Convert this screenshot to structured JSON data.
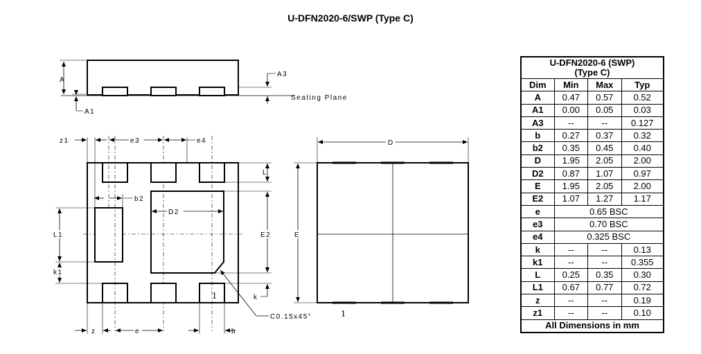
{
  "title": "U-DFN2020-6/SWP (Type C)",
  "labels": {
    "A": "A",
    "A1": "A1",
    "A3": "A3",
    "seating_plane": "Seating Plane",
    "z1": "z1",
    "e3": "e3",
    "e4": "e4",
    "b2": "b2",
    "D2": "D2",
    "L": "L",
    "L1": "L1",
    "E2": "E2",
    "k1": "k1",
    "k": "k",
    "z": "z",
    "e": "e",
    "b": "b",
    "chamfer": "C0.15x45°",
    "pin1_bottom": "1",
    "pin1_top": "1",
    "D": "D",
    "E": "E"
  },
  "table": {
    "title_line1": "U-DFN2020-6 (SWP)",
    "title_line2": "(Type C)",
    "headers": [
      "Dim",
      "Min",
      "Max",
      "Typ"
    ],
    "rows": [
      {
        "dim": "A",
        "min": "0.47",
        "max": "0.57",
        "typ": "0.52"
      },
      {
        "dim": "A1",
        "min": "0.00",
        "max": "0.05",
        "typ": "0.03"
      },
      {
        "dim": "A3",
        "min": "--",
        "max": "--",
        "typ": "0.127"
      },
      {
        "dim": "b",
        "min": "0.27",
        "max": "0.37",
        "typ": "0.32"
      },
      {
        "dim": "b2",
        "min": "0.35",
        "max": "0.45",
        "typ": "0.40"
      },
      {
        "dim": "D",
        "min": "1.95",
        "max": "2.05",
        "typ": "2.00"
      },
      {
        "dim": "D2",
        "min": "0.87",
        "max": "1.07",
        "typ": "0.97"
      },
      {
        "dim": "E",
        "min": "1.95",
        "max": "2.05",
        "typ": "2.00"
      },
      {
        "dim": "E2",
        "min": "1.07",
        "max": "1.27",
        "typ": "1.17"
      },
      {
        "dim": "e",
        "span": "0.65 BSC"
      },
      {
        "dim": "e3",
        "span": "0.70 BSC"
      },
      {
        "dim": "e4",
        "span": "0.325 BSC"
      },
      {
        "dim": "k",
        "min": "--",
        "max": "--",
        "typ": "0.13"
      },
      {
        "dim": "k1",
        "min": "--",
        "max": "--",
        "typ": "0.355"
      },
      {
        "dim": "L",
        "min": "0.25",
        "max": "0.35",
        "typ": "0.30"
      },
      {
        "dim": "L1",
        "min": "0.67",
        "max": "0.77",
        "typ": "0.72"
      },
      {
        "dim": "z",
        "min": "--",
        "max": "--",
        "typ": "0.19"
      },
      {
        "dim": "z1",
        "min": "--",
        "max": "--",
        "typ": "0.10"
      }
    ],
    "footer": "All Dimensions in mm"
  }
}
